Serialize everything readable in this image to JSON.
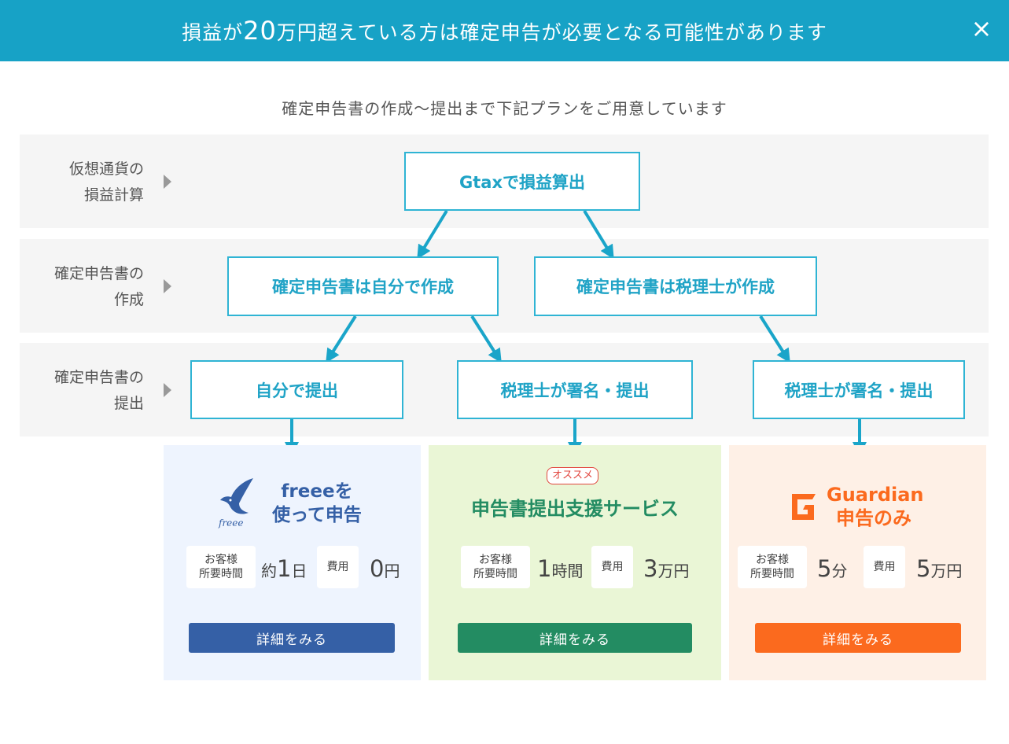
{
  "banner": {
    "text_before": "損益が",
    "text_number": "20",
    "text_after": "万円超えている方は確定申告が必要となる可能性があります",
    "close_label": "×"
  },
  "subtitle": "確定申告書の作成〜提出まで下記プランをご用意しています",
  "rows": [
    {
      "label_line1": "仮想通貨の",
      "label_line2": "損益計算"
    },
    {
      "label_line1": "確定申告書の",
      "label_line2": "作成"
    },
    {
      "label_line1": "確定申告書の",
      "label_line2": "提出"
    }
  ],
  "nodes": {
    "gtax": "Gtaxで損益算出",
    "self_create": "確定申告書は自分で作成",
    "tax_create": "確定申告書は税理士が作成",
    "self_submit": "自分で提出",
    "tax_sign_1": "税理士が署名・提出",
    "tax_sign_2": "税理士が署名・提出"
  },
  "cards": {
    "freee": {
      "title_line1": "freeeを",
      "title_line2": "使って申告",
      "logo_text": "freee",
      "time_label_line1": "お客様",
      "time_label_line2": "所要時間",
      "time_prefix": "約",
      "time_num": "1",
      "time_unit": "日",
      "cost_label": "費用",
      "cost_num": "0",
      "cost_unit": "円",
      "button": "詳細をみる",
      "color": "#3560a6"
    },
    "service": {
      "badge": "オススメ",
      "title": "申告書提出支援サービス",
      "time_label_line1": "お客様",
      "time_label_line2": "所要時間",
      "time_num": "1",
      "time_unit": "時間",
      "cost_label": "費用",
      "cost_num": "3",
      "cost_unit": "万円",
      "button": "詳細をみる",
      "color": "#238c62"
    },
    "guardian": {
      "title_line1": "Guardian",
      "title_line2": "申告のみ",
      "time_label_line1": "お客様",
      "time_label_line2": "所要時間",
      "time_num": "5",
      "time_unit": "分",
      "cost_label": "費用",
      "cost_num": "5",
      "cost_unit": "万円",
      "button": "詳細をみる",
      "color": "#fb6a1e"
    }
  },
  "colors": {
    "banner": "#17a2c6",
    "node_border": "#2fb4d4",
    "node_text": "#1fa3c6",
    "arrow": "#1aa5c9"
  }
}
